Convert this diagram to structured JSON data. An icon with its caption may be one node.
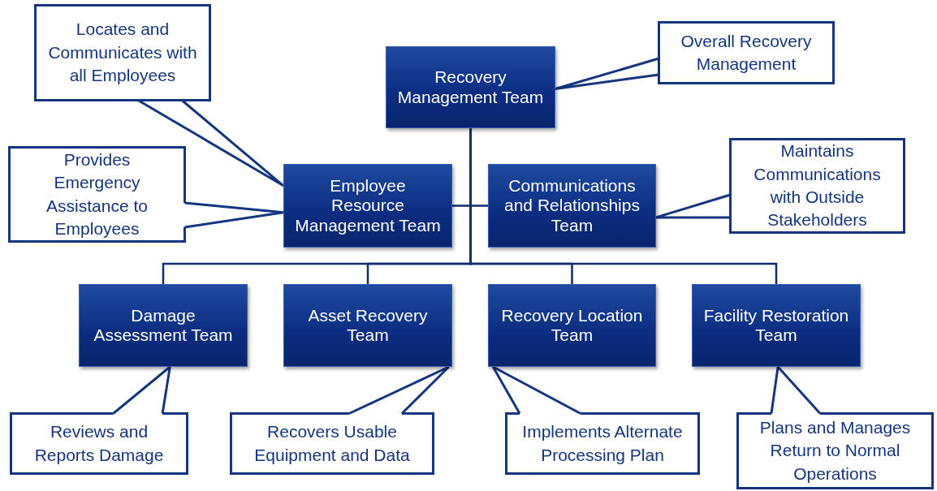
{
  "diagram": {
    "nodes": [
      {
        "text": [
          "Recovery Management Team"
        ]
      },
      {
        "text": [
          "Employee Resource Management Team"
        ]
      },
      {
        "text": [
          "Communications and Relationships Team"
        ]
      },
      {
        "text": [
          "Damage Assessment Team"
        ]
      },
      {
        "text": [
          "Asset Recovery Team"
        ]
      },
      {
        "text": [
          "Recovery Location Team"
        ]
      },
      {
        "text": [
          "Facility Restoration Team"
        ]
      },
      {
        "text": [
          "Locates and Communicates with all Employees"
        ]
      },
      {
        "text": [
          "Provides Emergency Assistance to Employees"
        ]
      },
      {
        "text": [
          "Overall Recovery Management"
        ]
      },
      {
        "text": [
          "Maintains Communications with Outside Stakeholders"
        ]
      },
      {
        "text": [
          "Reviews and Reports Damage"
        ]
      },
      {
        "text": [
          "Recovers Usable Equipment and Data"
        ]
      },
      {
        "text": [
          "Implements Alternate Processing Plan"
        ]
      },
      {
        "text": [
          "Plans and Manages Return to Normal Operations"
        ]
      }
    ],
    "edges": [
      {
        "from": 0,
        "to": 1,
        "arrow": "none"
      },
      {
        "from": 0,
        "to": 2,
        "arrow": "none"
      },
      {
        "from": 0,
        "to": 3,
        "arrow": "none"
      },
      {
        "from": 0,
        "to": 4,
        "arrow": "none"
      },
      {
        "from": 0,
        "to": 5,
        "arrow": "none"
      },
      {
        "from": 0,
        "to": 6,
        "arrow": "none"
      },
      {
        "from": 7,
        "to": 1,
        "arrow": "none"
      },
      {
        "from": 8,
        "to": 1,
        "arrow": "none"
      },
      {
        "from": 9,
        "to": 0,
        "arrow": "none"
      },
      {
        "from": 10,
        "to": 2,
        "arrow": "none"
      },
      {
        "from": 11,
        "to": 3,
        "arrow": "none"
      },
      {
        "from": 12,
        "to": 4,
        "arrow": "none"
      },
      {
        "from": 13,
        "to": 5,
        "arrow": "none"
      },
      {
        "from": 14,
        "to": 6,
        "arrow": "none"
      }
    ]
  }
}
